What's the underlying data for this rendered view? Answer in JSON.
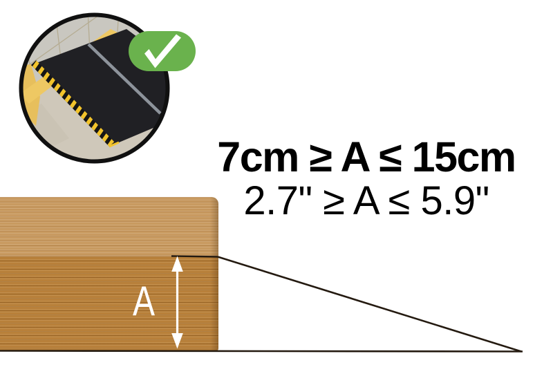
{
  "headline": {
    "metric_range": "7cm ≥ A ≤ 15cm",
    "imperial_range": "2.7\" ≥ A ≤ 5.9\""
  },
  "diagram": {
    "dimension_label": "A"
  },
  "inset": {
    "badge_icon": "check-icon",
    "photo_subject": "anti-slip ramp placed over step"
  },
  "colors": {
    "badge_green": "#6ab24d",
    "check_white": "#ffffff",
    "wood_top": "#c89a60",
    "wood_face": "#b8803a",
    "hazard_yellow": "#f2c32b",
    "hazard_black": "#151515",
    "curb_yellow": "#eec863",
    "ramp_black": "#202024",
    "ramp_stripe_gray": "#8d939b",
    "tile_gray": "#c9c7c0",
    "concrete": "#cfc8ba",
    "line_dark": "#241a10",
    "arrow_white": "#ffffff"
  }
}
